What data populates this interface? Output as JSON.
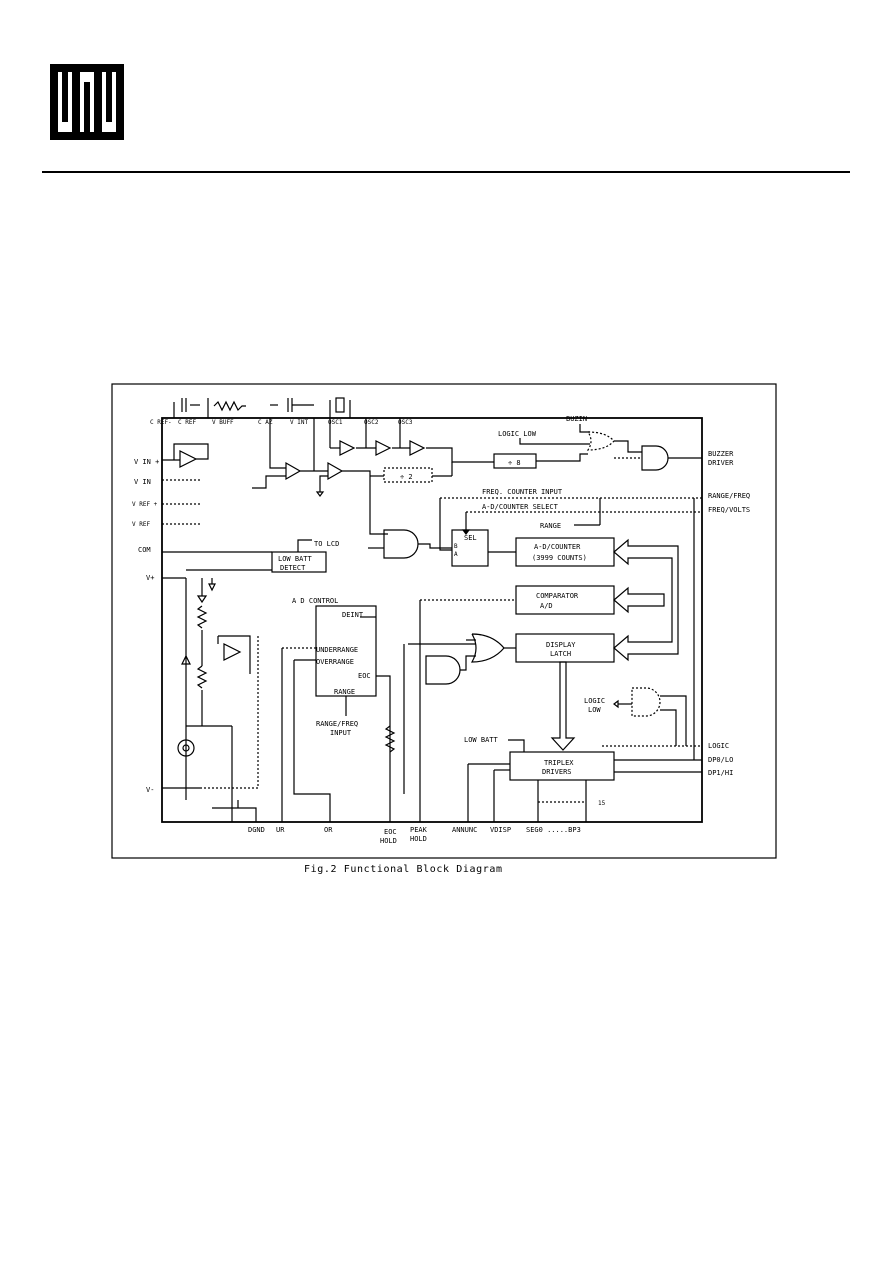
{
  "header": {
    "logo_icon": "company-logo-mark"
  },
  "diagram": {
    "caption": "Fig.2 Functional Block Diagram",
    "pins_left": {
      "c_ref_minus": "C REF-",
      "c_ref": "C REF",
      "v_buff": "V BUFF",
      "c_az": "C AZ",
      "v_int": "V INT",
      "osc1": "OSC1",
      "osc2": "OSC2",
      "osc3": "OSC3",
      "vin_plus": "V IN +",
      "vin": "V IN",
      "vref_plus": "V REF +",
      "vref": "V REF",
      "com": "COM",
      "v_plus": "V+",
      "v_minus": "V-"
    },
    "blocks": {
      "low_batt_1": "LOW BATT",
      "low_batt_2": "DETECT",
      "to_lcd": "TO LCD",
      "sel": "SEL",
      "sel_b": "B",
      "sel_a": "A",
      "counter_1": "A-D/COUNTER",
      "counter_2": "(3999 COUNTS)",
      "comparator_1": "COMPARATOR",
      "comparator_2": "A/D",
      "latch_1": "DISPLAY",
      "latch_2": "LATCH",
      "triplex_1": "TRIPLEX",
      "triplex_2": "DRIVERS",
      "div8": "÷ 8",
      "div2": "÷ 2",
      "ad_control": "A D CONTROL",
      "deint": "DEINT",
      "underrange": "UNDERRANGE",
      "overrange": "OVERRANGE",
      "eoc": "EOC",
      "range": "RANGE",
      "range_freq_1": "RANGE/FREQ",
      "range_freq_2": "INPUT",
      "logic_low_top": "LOGIC LOW",
      "logic_low_1": "LOGIC",
      "logic_low_2": "LOW",
      "buzin": "BUZIN",
      "freq_counter_input": "FREQ. COUNTER INPUT",
      "ad_counter_select": "A-D/COUNTER SELECT",
      "range_label": "RANGE",
      "low_batt_in": "LOW BATT",
      "bus_15": "15"
    },
    "pins_right": {
      "buzzer_1": "BUZZER",
      "buzzer_2": "DRIVER",
      "range_freq": "RANGE/FREQ",
      "freq_volts": "FREQ/VOLTS",
      "logic": "LOGIC",
      "dp0": "DP0/LO",
      "dp1": "DP1/HI"
    },
    "pins_bottom": {
      "dgnd": "DGND",
      "ur": "UR",
      "or": "OR",
      "eoc_1": "EOC",
      "eoc_2": "HOLD",
      "peak_1": "PEAK",
      "peak_2": "HOLD",
      "annunc": "ANNUNC",
      "vdisp": "VDISP",
      "seg": "SEG0 .....BP3"
    }
  }
}
